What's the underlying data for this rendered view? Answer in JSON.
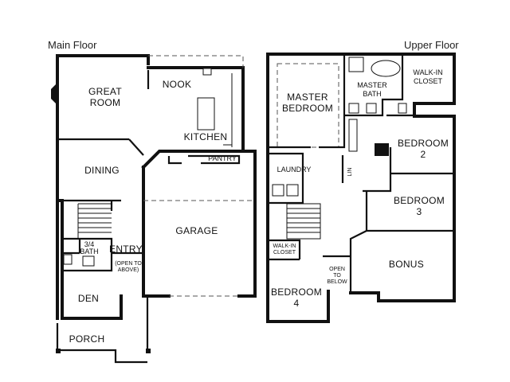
{
  "floors": {
    "main": {
      "title": "Main Floor",
      "rooms": {
        "great_room_1": "GREAT",
        "great_room_2": "ROOM",
        "nook": "NOOK",
        "kitchen": "KITCHEN",
        "pantry": "PANTRY",
        "dining": "DINING",
        "garage": "GARAGE",
        "bath_1": "3/4",
        "bath_2": "BATH",
        "entry": "ENTRY",
        "open_above_1": "(OPEN TO",
        "open_above_2": "ABOVE)",
        "den": "DEN",
        "porch": "PORCH"
      }
    },
    "upper": {
      "title": "Upper Floor",
      "rooms": {
        "master_bedroom_1": "MASTER",
        "master_bedroom_2": "BEDROOM",
        "master_bath_1": "MASTER",
        "master_bath_2": "BATH",
        "walkin_closet_1": "WALK-IN",
        "walkin_closet_2": "CLOSET",
        "bedroom2_1": "BEDROOM",
        "bedroom2_2": "2",
        "laundry": "LAUNDRY",
        "linen": "LIN",
        "bedroom3_1": "BEDROOM",
        "bedroom3_2": "3",
        "walkin_closet_small_1": "WALK-IN",
        "walkin_closet_small_2": "CLOSET",
        "open_below_1": "OPEN",
        "open_below_2": "TO",
        "open_below_3": "BELOW",
        "bonus": "BONUS",
        "bedroom4_1": "BEDROOM",
        "bedroom4_2": "4"
      }
    }
  }
}
